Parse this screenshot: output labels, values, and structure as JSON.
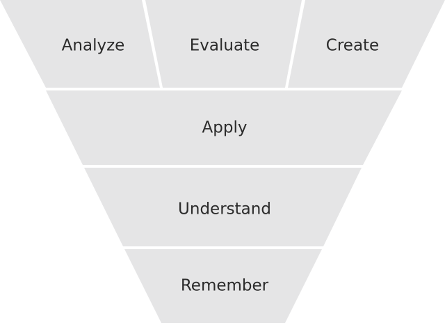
{
  "diagram": {
    "segment_fill": "#e5e5e6",
    "text_color": "#2b2b2b",
    "top_row": {
      "analyze": "Analyze",
      "evaluate": "Evaluate",
      "create": "Create"
    },
    "apply": "Apply",
    "understand": "Understand",
    "remember": "Remember"
  }
}
